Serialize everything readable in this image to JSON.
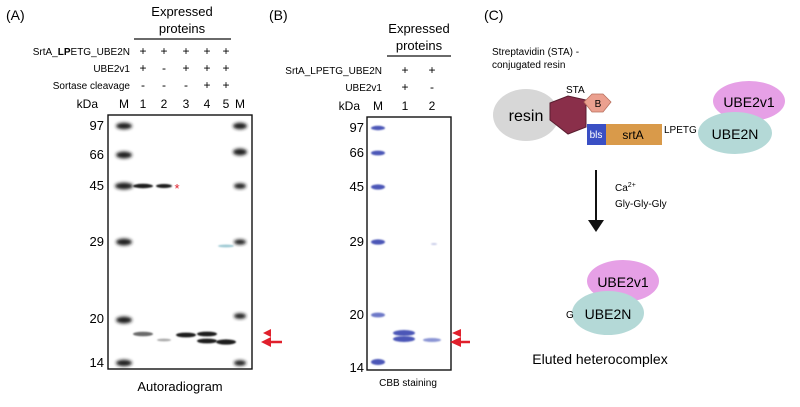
{
  "panel_a": {
    "letter": "(A)",
    "header": [
      "Expressed",
      "proteins"
    ],
    "row_labels": [
      {
        "pre": "SrtA_",
        "bold": "LP",
        "post": "ETG_UBE2N"
      },
      {
        "text": "UBE2v1"
      },
      {
        "text": "Sortase cleavage"
      }
    ],
    "kda_label": "kDa",
    "lane_labels": [
      "M",
      "1",
      "2",
      "3",
      "4",
      "5",
      "M"
    ],
    "signs": [
      [
        "+",
        "+",
        "+",
        "+",
        "+"
      ],
      [
        "+",
        "-",
        "+",
        "+",
        "+"
      ],
      [
        "-",
        "-",
        "-",
        "+",
        "+"
      ]
    ],
    "markers": [
      "97",
      "66",
      "45",
      "29",
      "20",
      "14"
    ],
    "asterisk": "*",
    "caption": "Autoradiogram"
  },
  "panel_b": {
    "letter": "(B)",
    "header": [
      "Expressed",
      "proteins"
    ],
    "row_labels": [
      "SrtA_LPETG_UBE2N",
      "UBE2v1"
    ],
    "kda_label": "kDa",
    "lane_labels": [
      "M",
      "1",
      "2"
    ],
    "signs": [
      [
        "+",
        "+"
      ],
      [
        "+",
        "-"
      ]
    ],
    "markers": [
      "97",
      "66",
      "45",
      "29",
      "20",
      "14"
    ],
    "caption": "CBB staining"
  },
  "panel_c": {
    "letter": "(C)",
    "resin_note": [
      "Streptavidin (STA) -",
      "conjugated resin"
    ],
    "sta": "STA",
    "resin": "resin",
    "biotin": "B",
    "bls": "bls",
    "srta": "srtA",
    "lpetg": "LPETG",
    "ube2v1": "UBE2v1",
    "ube2n": "UBE2N",
    "reagent_ca": "Ca",
    "reagent_ca_sup": "2+",
    "reagent_gly": "Gly-Gly-Gly",
    "g_label": "G",
    "eluted_ube2v1": "UBE2v1",
    "eluted_ube2n": "UBE2N",
    "caption": "Eluted heterocomplex"
  },
  "colors": {
    "arrow_red": "#e0202c",
    "marker_blue": "#4b57b7",
    "ube2v1_fill": "#e6a0e6",
    "ube2n_fill": "#b4d9d7",
    "srta_fill": "#d99a4a",
    "bls_fill": "#3a4fc4",
    "sta_fill": "#8a2f4a",
    "biotin_fill": "#eba08f",
    "resin_fill": "#d7d7d7"
  }
}
